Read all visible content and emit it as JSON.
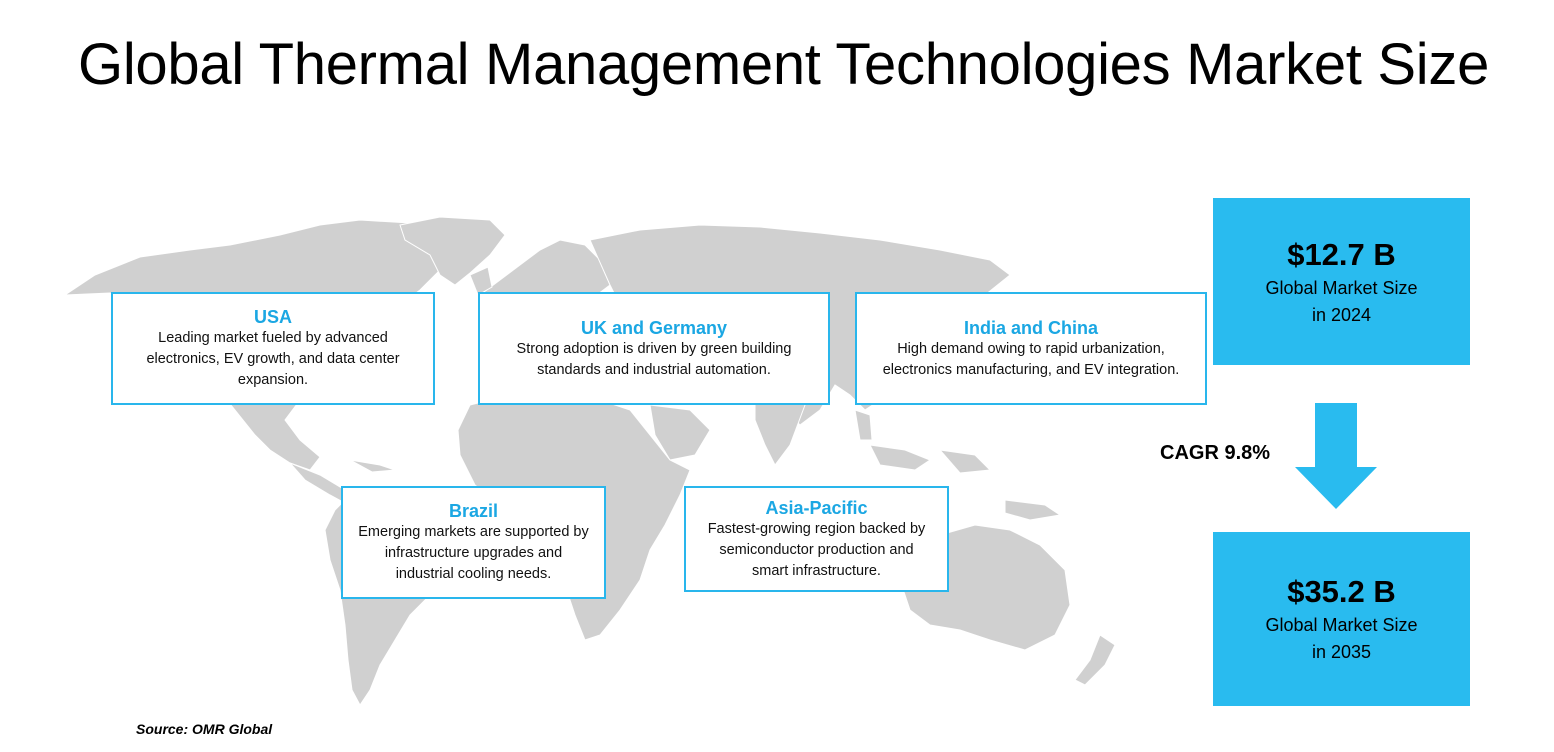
{
  "slide": {
    "title": "Global Thermal Management Technologies Market Size",
    "source": "Source: OMR Global"
  },
  "colors": {
    "accent": "#29bbef",
    "callout_border": "#29b6ec",
    "callout_title": "#1ba7e3",
    "map_land": "#d0d0d0",
    "text": "#000000"
  },
  "regions": [
    {
      "name": "USA",
      "text": "Leading market fueled by advanced electronics, EV growth, and data center expansion."
    },
    {
      "name": "UK and Germany",
      "text": "Strong adoption is driven by green building standards and industrial automation."
    },
    {
      "name": "India and China",
      "text": "High demand owing to rapid urbanization, electronics manufacturing, and EV integration."
    },
    {
      "name": "Brazil",
      "text": "Emerging markets are supported by infrastructure upgrades and industrial cooling needs."
    },
    {
      "name": "Asia-Pacific",
      "text": "Fastest-growing region backed by semiconductor production and smart infrastructure."
    }
  ],
  "market": {
    "start": {
      "value": "$12.7 B",
      "label_line1": "Global Market Size",
      "label_line2": "in 2024"
    },
    "end": {
      "value": "$35.2 B",
      "label_line1": "Global Market Size",
      "label_line2": "in 2035"
    },
    "cagr": "CAGR 9.8%",
    "arrow_icon": "down-arrow-icon"
  }
}
